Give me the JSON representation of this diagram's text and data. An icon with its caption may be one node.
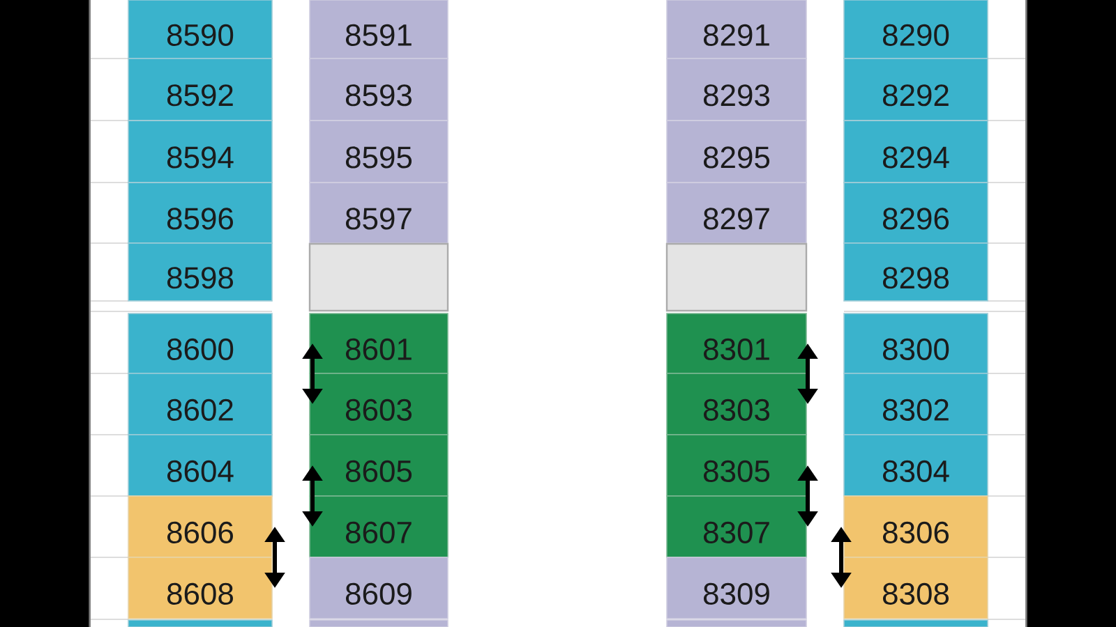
{
  "diagram": {
    "nodes": [
      {
        "text": [
          "8590"
        ]
      },
      {
        "text": [
          "8591"
        ]
      },
      {
        "text": [
          "8291"
        ]
      },
      {
        "text": [
          "8290"
        ]
      },
      {
        "text": [
          "8592"
        ]
      },
      {
        "text": [
          "8593"
        ]
      },
      {
        "text": [
          "8293"
        ]
      },
      {
        "text": [
          "8292"
        ]
      },
      {
        "text": [
          "8594"
        ]
      },
      {
        "text": [
          "8595"
        ]
      },
      {
        "text": [
          "8295"
        ]
      },
      {
        "text": [
          "8294"
        ]
      },
      {
        "text": [
          "8596"
        ]
      },
      {
        "text": [
          "8597"
        ]
      },
      {
        "text": [
          "8297"
        ]
      },
      {
        "text": [
          "8296"
        ]
      },
      {
        "text": [
          "8598"
        ]
      },
      {
        "text": [],
        "shape": "box"
      },
      {
        "text": [],
        "shape": "box"
      },
      {
        "text": [
          "8298"
        ]
      },
      {
        "text": [
          "8600"
        ]
      },
      {
        "text": [
          "8601"
        ]
      },
      {
        "text": [
          "8301"
        ]
      },
      {
        "text": [
          "8300"
        ]
      },
      {
        "text": [
          "8602"
        ]
      },
      {
        "text": [
          "8603"
        ]
      },
      {
        "text": [
          "8303"
        ]
      },
      {
        "text": [
          "8302"
        ]
      },
      {
        "text": [
          "8604"
        ]
      },
      {
        "text": [
          "8605"
        ]
      },
      {
        "text": [
          "8305"
        ]
      },
      {
        "text": [
          "8304"
        ]
      },
      {
        "text": [
          "8606"
        ]
      },
      {
        "text": [
          "8607"
        ]
      },
      {
        "text": [
          "8307"
        ]
      },
      {
        "text": [
          "8306"
        ]
      },
      {
        "text": [
          "8608"
        ]
      },
      {
        "text": [
          "8609"
        ]
      },
      {
        "text": [
          "8309"
        ]
      },
      {
        "text": [
          "8308"
        ]
      },
      {
        "text": [],
        "shape": "box"
      },
      {
        "text": [],
        "shape": "box"
      },
      {
        "text": [],
        "shape": "box"
      },
      {
        "text": [],
        "shape": "box"
      }
    ],
    "edges": [
      {
        "from": 21,
        "to": 25,
        "arrow": "both"
      },
      {
        "from": 22,
        "to": 26,
        "arrow": "both"
      },
      {
        "from": 29,
        "to": 33,
        "arrow": "both"
      },
      {
        "from": 30,
        "to": 34,
        "arrow": "both"
      },
      {
        "from": 32,
        "to": 36,
        "arrow": "both"
      },
      {
        "from": 35,
        "to": 39,
        "arrow": "both"
      }
    ]
  }
}
